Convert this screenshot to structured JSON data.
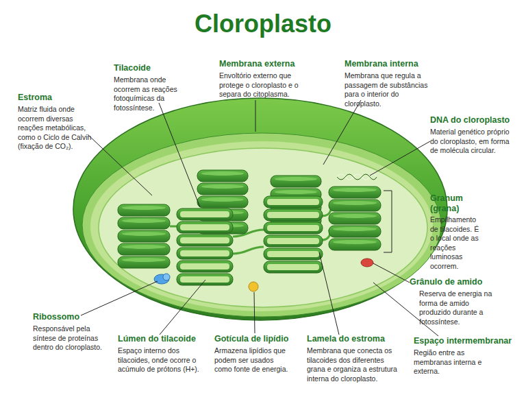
{
  "diagram": {
    "title": "Cloroplasto",
    "labels": [
      "Tilacoide",
      "Membrana onde ocorrem as reações fotoquímicas da fotossíntese.",
      "Membrana externa",
      "Envoltório externo que protege o cloroplasto e o separa do citoplasma.",
      "Membrana interna",
      "Membrana que regula a passagem de substâncias para o interior do cloroplasto.",
      "Estroma",
      "Matriz fluida onde ocorrem diversas reações metabólicas, como o Ciclo de Calvin (fixação de CO₂).",
      "DNA do cloroplasto",
      "Material genético próprio do cloroplasto, em forma de molécula circular.",
      "Granum (grana)",
      "Empilhamento de tilacoides. É o local onde as reações luminosas ocorrem.",
      "Grânulo de amido",
      "Reserva de energia na forma de amido produzido durante a fotossíntese.",
      "Ribossomo",
      "Responsável pela síntese de proteínas dentro do cloroplasto.",
      "Lúmen do tilacoide",
      "Espaço interno dos tilacoides, onde ocorre o acúmulo de prótons (H+).",
      "Gotícula de lipídio",
      "Armazena lipídios que podem ser usados como fonte de energia.",
      "Lamela do estroma",
      "Membrana que conecta os tilacoides dos diferentes grana e organiza a estrutura interna do cloroplasto.",
      "Espaço intermembranar",
      "Região entre as membranas interna e externa."
    ]
  }
}
